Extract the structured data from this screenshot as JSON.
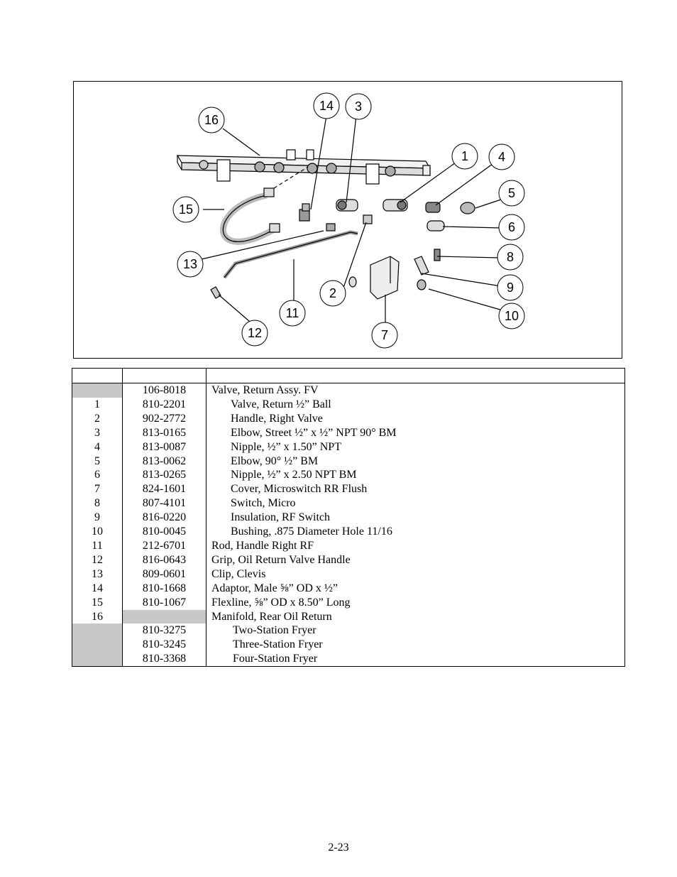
{
  "figure": {
    "callouts": [
      "1",
      "2",
      "3",
      "4",
      "5",
      "6",
      "7",
      "8",
      "9",
      "10",
      "11",
      "12",
      "13",
      "14",
      "15",
      "16"
    ]
  },
  "table": {
    "headers": [
      "",
      "",
      ""
    ],
    "rows": [
      {
        "item": "",
        "part": "106-8018",
        "desc": "Valve, Return Assy. FV"
      },
      {
        "item": "1",
        "part": "810-2201",
        "desc": "Valve, Return ½” Ball"
      },
      {
        "item": "2",
        "part": "902-2772",
        "desc": "Handle, Right Valve"
      },
      {
        "item": "3",
        "part": "813-0165",
        "desc": "Elbow, Street ½” x ½” NPT 90° BM"
      },
      {
        "item": "4",
        "part": "813-0087",
        "desc": "Nipple, ½” x 1.50” NPT"
      },
      {
        "item": "5",
        "part": "813-0062",
        "desc": "Elbow, 90° ½” BM"
      },
      {
        "item": "6",
        "part": "813-0265",
        "desc": "Nipple, ½” x 2.50 NPT BM"
      },
      {
        "item": "7",
        "part": "824-1601",
        "desc": "Cover, Microswitch RR Flush"
      },
      {
        "item": "8",
        "part": "807-4101",
        "desc": "Switch, Micro"
      },
      {
        "item": "9",
        "part": "816-0220",
        "desc": "Insulation, RF Switch"
      },
      {
        "item": "10",
        "part": "810-0045",
        "desc": "Bushing, .875 Diameter Hole 11/16"
      },
      {
        "item": "11",
        "part": "212-6701",
        "desc": "Rod, Handle Right RF"
      },
      {
        "item": "12",
        "part": "816-0643",
        "desc": "Grip, Oil Return Valve Handle"
      },
      {
        "item": "13",
        "part": "809-0601",
        "desc": "Clip, Clevis"
      },
      {
        "item": "14",
        "part": "810-1668",
        "desc": "Adaptor, Male ⅝” OD x ½”"
      },
      {
        "item": "15",
        "part": "810-1067",
        "desc": "Flexline, ⅝” OD x 8.50” Long"
      },
      {
        "item": "16",
        "part": "",
        "desc": "Manifold, Rear Oil Return"
      },
      {
        "item": "",
        "part": "810-3275",
        "desc": "Two-Station Fryer"
      },
      {
        "item": "",
        "part": "810-3245",
        "desc": "Three-Station Fryer"
      },
      {
        "item": "",
        "part": "810-3368",
        "desc": "Four-Station Fryer"
      }
    ]
  },
  "page_number": "2-23"
}
